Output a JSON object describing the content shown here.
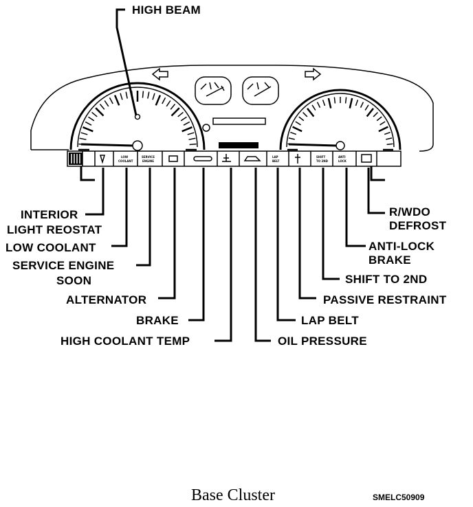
{
  "labels": {
    "high_beam": "HIGH BEAM",
    "interior_light_1": "INTERIOR",
    "interior_light_2": "LIGHT REOSTAT",
    "low_coolant": "LOW COOLANT",
    "service_engine_1": "SERVICE ENGINE",
    "service_engine_2": "SOON",
    "alternator": "ALTERNATOR",
    "brake": "BRAKE",
    "high_coolant_temp": "HIGH COOLANT TEMP",
    "oil_pressure": "OIL PRESSURE",
    "lap_belt": "LAP BELT",
    "passive_restraint": "PASSIVE RESTRAINT",
    "shift_to_2nd": "SHIFT TO 2ND",
    "anti_lock_1": "ANTI-LOCK",
    "anti_lock_2": "BRAKE",
    "rwdo_defrost_1": "R/WDO",
    "rwdo_defrost_2": "DEFROST"
  },
  "caption": "Base Cluster",
  "figure_code": "SMELC50909"
}
